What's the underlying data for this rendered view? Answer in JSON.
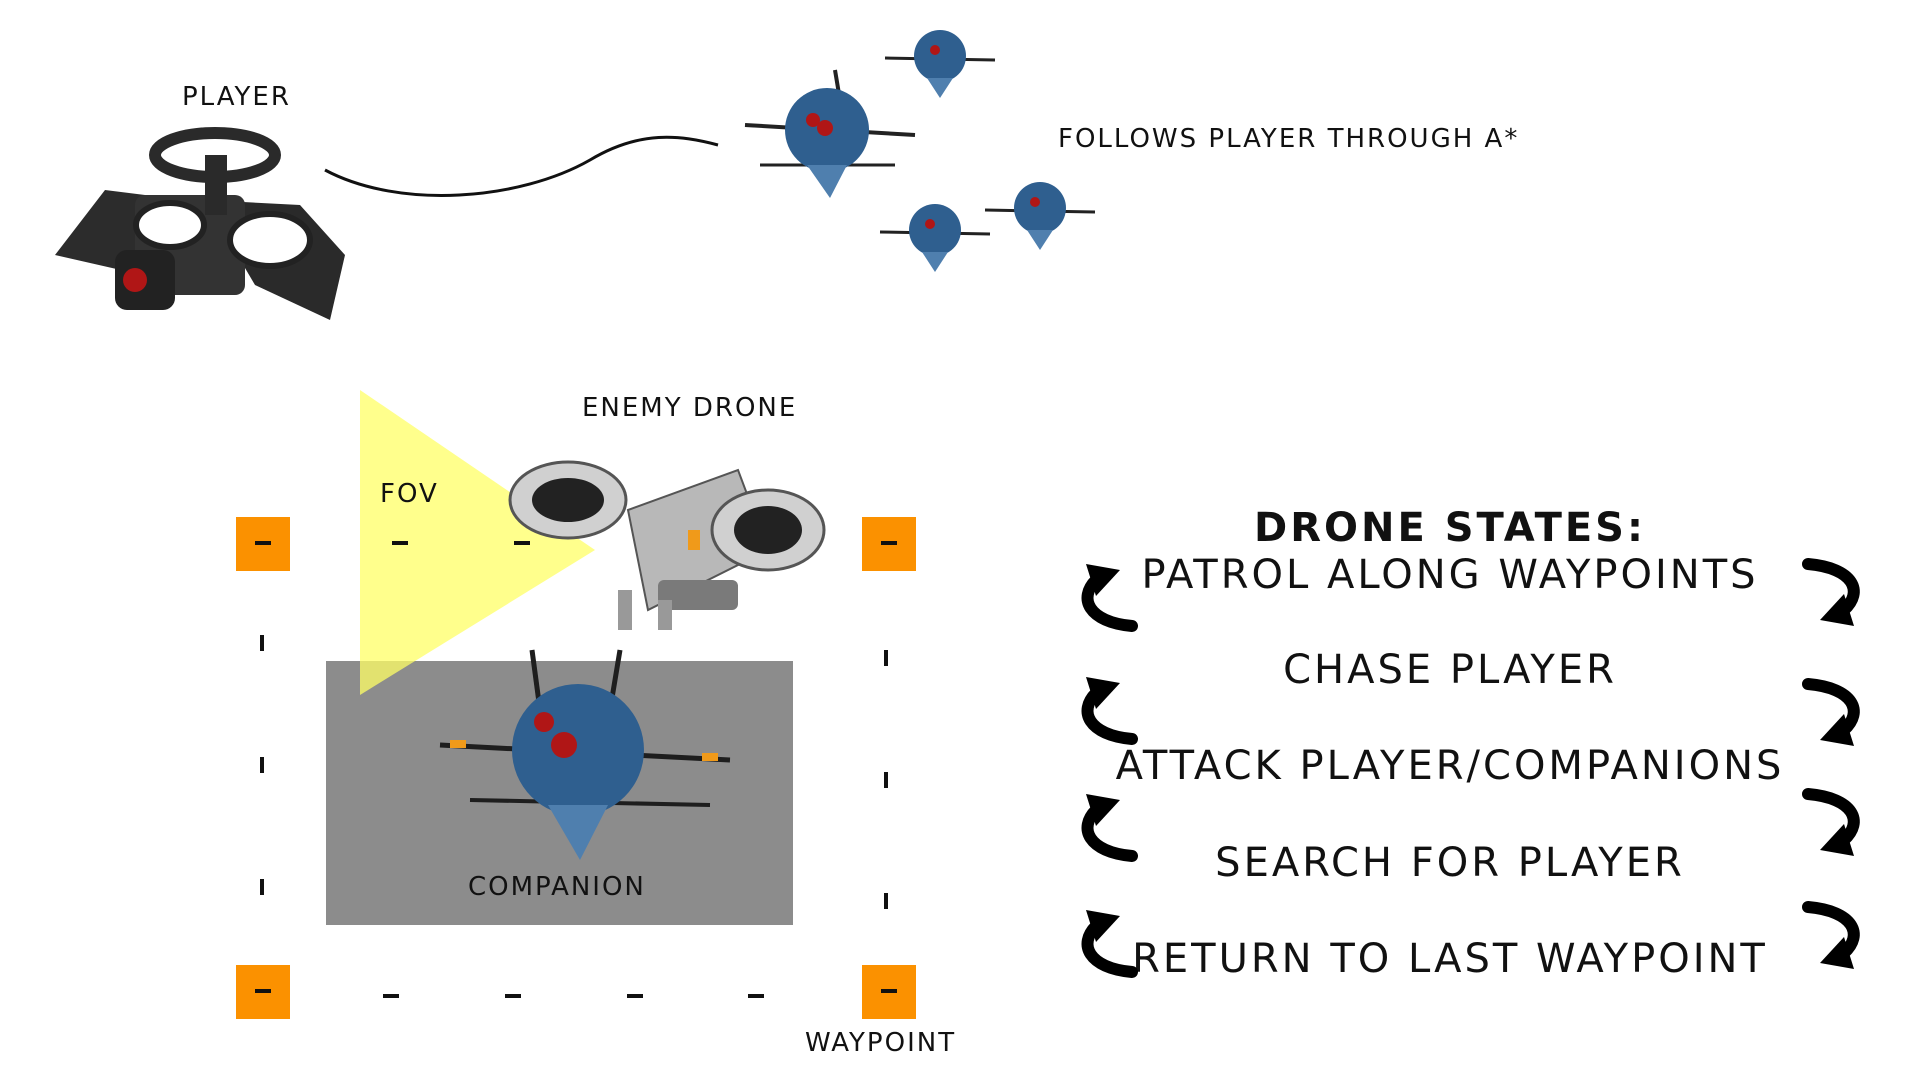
{
  "labels": {
    "player": "PLAYER",
    "follows": "FOLLOWS PLAYER THROUGH A*",
    "enemy_drone": "ENEMY DRONE",
    "fov": "FOV",
    "companion": "COMPANION",
    "waypoint": "WAYPOINT"
  },
  "states": {
    "title": "DRONE STATES:",
    "items": [
      "PATROL ALONG WAYPOINTS",
      "CHASE PLAYER",
      "ATTACK PLAYER/COMPANIONS",
      "SEARCH FOR PLAYER",
      "RETURN TO LAST WAYPOINT"
    ]
  },
  "colors": {
    "waypoint": "#fb9100",
    "fov": "#ffff66",
    "companion_box": "#8c8c8c",
    "companion_drone": "#2f5f8f"
  }
}
